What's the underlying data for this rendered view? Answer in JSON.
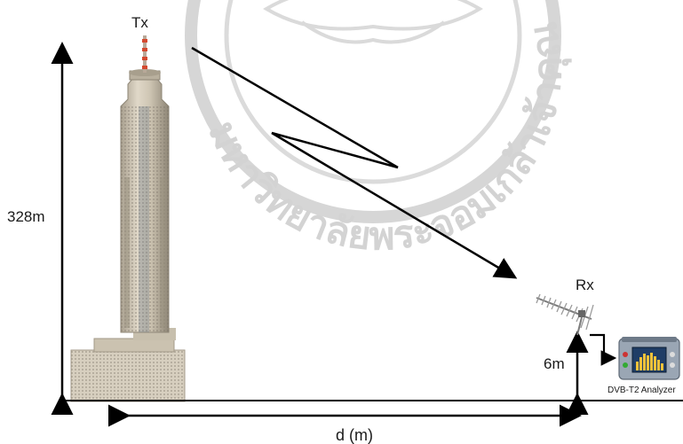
{
  "labels": {
    "transmitter": "Tx",
    "receiver": "Rx",
    "tower_height": "328m",
    "antenna_height": "6m",
    "distance": "d (m)",
    "analyzer": "DVB-T2 Analyzer"
  },
  "watermark": {
    "text": "มหาวิทยาลัยพระจอมเกล้าเจ้าคุณทหารลาดกระบัง",
    "note": "Institutional seal watermark, partially visible across top of image"
  },
  "colors": {
    "line": "#000000",
    "tower": "#c9c1b2",
    "tower_dark": "#8e8676",
    "watermark": "#c8c8c8",
    "analyzer_body": "#9aa6b4",
    "analyzer_screen": "#2f6fb5",
    "antenna_mast": "#7b7b7b"
  },
  "icons": {
    "tower": "building-icon",
    "antenna": "yagi-antenna-icon",
    "analyzer": "spectrum-analyzer-icon"
  }
}
